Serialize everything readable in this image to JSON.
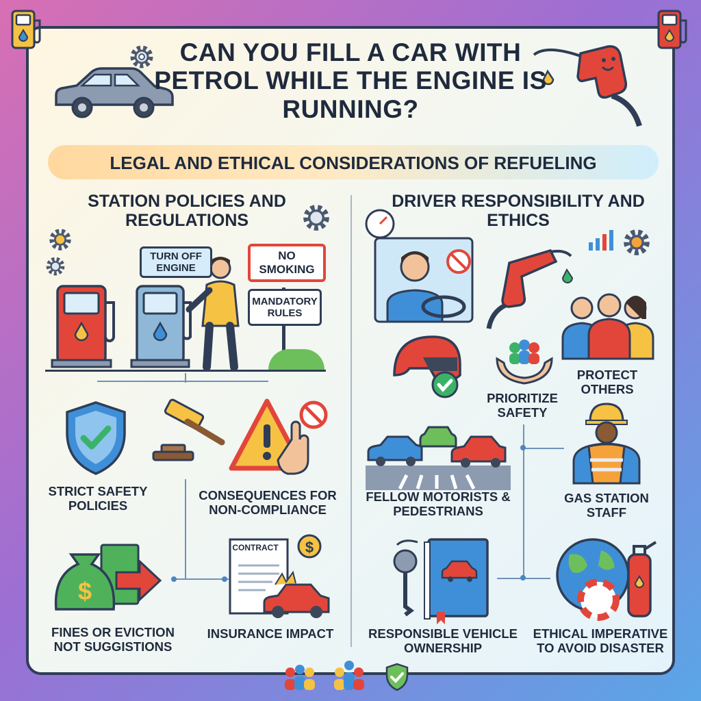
{
  "header": {
    "title": "CAN YOU FILL A CAR WITH PETROL WHILE THE ENGINE IS RUNNING?",
    "subtitle": "LEGAL AND ETHICAL CONSIDERATIONS OF REFUELING"
  },
  "left": {
    "heading": "STATION POLICIES AND REGULATIONS",
    "signs": {
      "turn_off": "TURN OFF ENGINE",
      "no_smoking": "NO SMOKING",
      "mandatory": "MANDATORY RULES"
    },
    "items": [
      {
        "label": "STRICT SAFETY POLICIES"
      },
      {
        "label": "CONSEQUENCES FOR NON-COMPLIANCE"
      },
      {
        "label": "FINES OR EVICTION NOT SUGGISTIONS"
      },
      {
        "label": "INSURANCE IMPACT"
      }
    ],
    "contract_label": "CONTRACT"
  },
  "right": {
    "heading": "DRIVER RESPONSIBILITY AND ETHICS",
    "items": [
      {
        "label": "PRIORITIZE SAFETY"
      },
      {
        "label": "PROTECT OTHERS"
      },
      {
        "label": "FELLOW MOTORISTS & PEDESTRIANS"
      },
      {
        "label": "GAS STATION STAFF"
      },
      {
        "label": "RESPONSIBLE VEHICLE OWNERSHIP"
      },
      {
        "label": "ETHICAL IMPERATIVE TO AVOID DISASTER"
      }
    ]
  },
  "colors": {
    "ink": "#1f2a3d",
    "red": "#e2463a",
    "blue": "#3f8fd8",
    "yellow": "#f6c244",
    "green": "#3bb26a"
  },
  "icons": [
    "fuel-pump-icon",
    "car-icon",
    "gear-icon",
    "fuel-nozzle-icon",
    "shield-check-icon",
    "gavel-icon",
    "warning-icon",
    "money-bag-icon",
    "contract-icon",
    "driver-icon",
    "helmet-icon",
    "hands-people-icon",
    "family-icon",
    "traffic-cars-icon",
    "worker-icon",
    "car-manual-icon",
    "globe-extinguisher-icon",
    "people-icon"
  ]
}
